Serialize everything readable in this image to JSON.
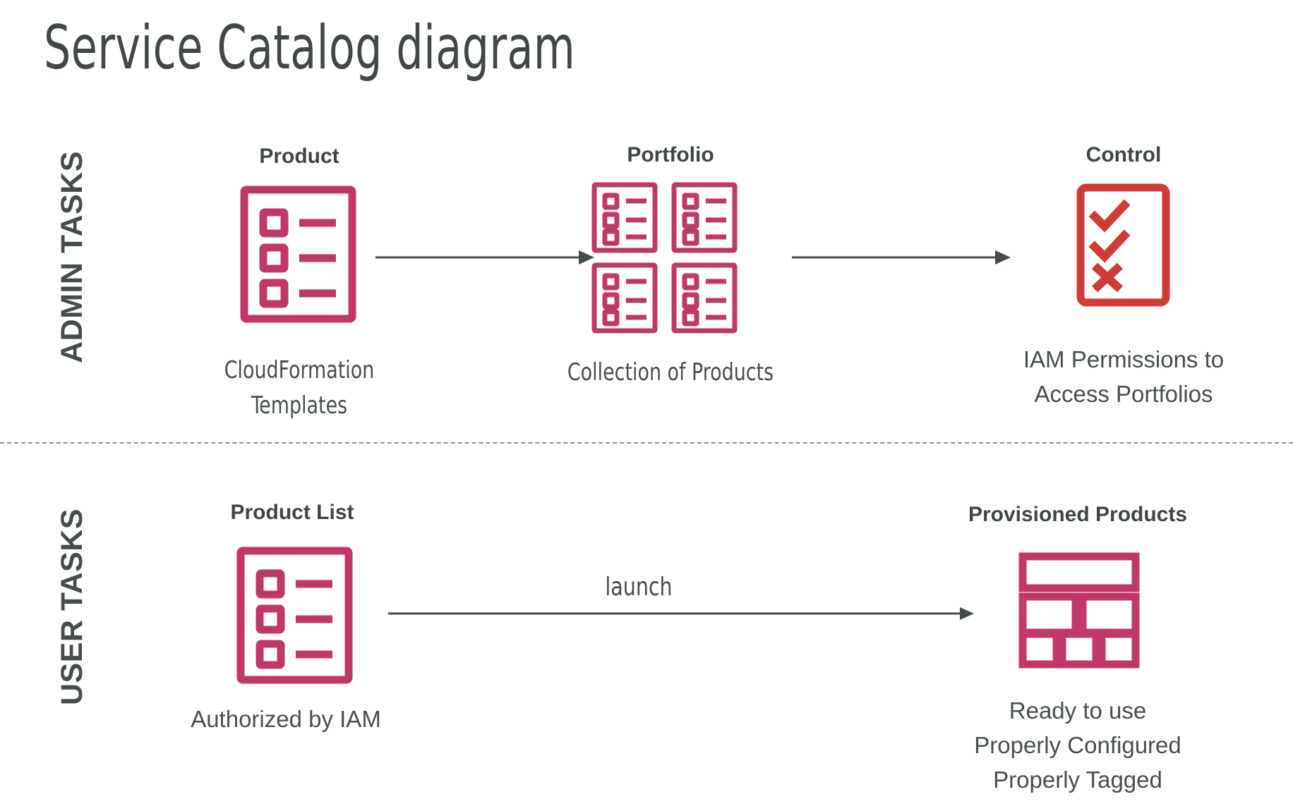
{
  "title": "Service Catalog diagram",
  "colors": {
    "crimson": "#C0386A",
    "red": "#D13B36",
    "text_dark": "#3E4545",
    "text_body": "#474E4E",
    "arrow": "#434A4A",
    "divider": "#8C9191",
    "background": "#FFFFFF"
  },
  "bands": [
    {
      "id": "admin",
      "label": "ADMIN TASKS"
    },
    {
      "id": "user",
      "label": "USER TASKS"
    }
  ],
  "admin_row": {
    "nodes": [
      {
        "id": "product",
        "heading": "Product",
        "icon": "product-list-document-icon",
        "caption_lines": [
          "CloudFormation",
          "Templates"
        ],
        "caption_style": "narrow"
      },
      {
        "id": "portfolio",
        "heading": "Portfolio",
        "icon": "portfolio-grid-icon",
        "caption_lines": [
          "Collection of Products"
        ],
        "caption_style": "narrow"
      },
      {
        "id": "control",
        "heading": "Control",
        "icon": "checklist-control-icon",
        "caption_lines": [
          "IAM Permissions to",
          "Access Portfolios"
        ],
        "caption_style": "wide"
      }
    ],
    "arrows": [
      {
        "id": "product-to-portfolio",
        "label": ""
      },
      {
        "id": "portfolio-to-control",
        "label": ""
      }
    ]
  },
  "user_row": {
    "nodes": [
      {
        "id": "product-list",
        "heading": "Product List",
        "icon": "product-list-document-icon",
        "caption_lines": [
          "Authorized by IAM"
        ],
        "caption_style": "wide"
      },
      {
        "id": "provisioned-products",
        "heading": "Provisioned Products",
        "icon": "provisioned-blocks-icon",
        "caption_lines": [
          "Ready to use",
          "Properly Configured",
          "Properly Tagged"
        ],
        "caption_style": "wide"
      }
    ],
    "arrows": [
      {
        "id": "product-list-to-provisioned",
        "label": "launch"
      }
    ]
  }
}
